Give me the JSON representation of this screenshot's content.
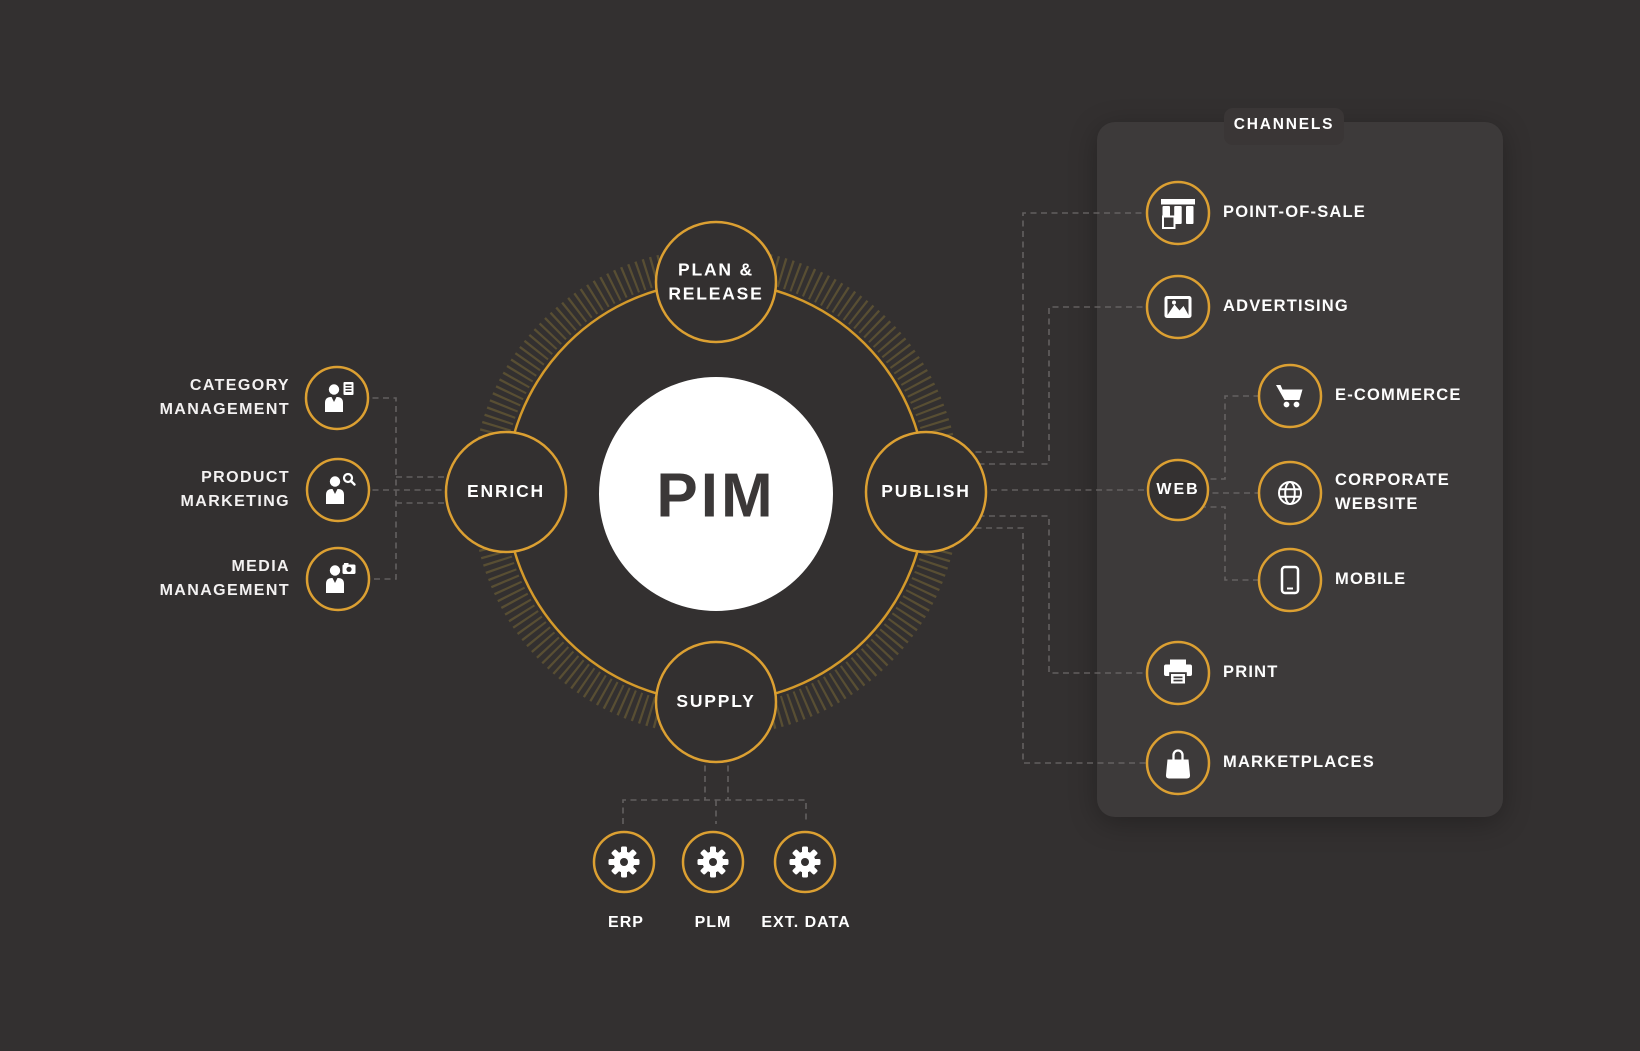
{
  "colors": {
    "background": "#333030",
    "panel": "#3d3a3a",
    "accent_gold": "#dca032",
    "tick_ring": "#96803a",
    "connector_gray": "#6f6b6b",
    "core_fill": "#ffffff",
    "core_text": "#3b3838"
  },
  "core": {
    "label": "PIM"
  },
  "cycle": {
    "plan_line1": "PLAN &",
    "plan_line2": "RELEASE",
    "enrich": "ENRICH",
    "publish": "PUBLISH",
    "supply": "SUPPLY"
  },
  "enrich_inputs": [
    {
      "line1": "CATEGORY",
      "line2": "MANAGEMENT",
      "icon": "person-document-icon"
    },
    {
      "line1": "PRODUCT",
      "line2": "MARKETING",
      "icon": "person-magnifier-icon"
    },
    {
      "line1": "MEDIA",
      "line2": "MANAGEMENT",
      "icon": "person-camera-icon"
    }
  ],
  "supply_sources": [
    {
      "label": "ERP",
      "icon": "gear-icon"
    },
    {
      "label": "PLM",
      "icon": "gear-icon"
    },
    {
      "label": "EXT. DATA",
      "icon": "gear-icon"
    }
  ],
  "channels": {
    "title": "CHANNELS",
    "items": [
      {
        "label": "POINT-OF-SALE",
        "icon": "storefront-icon"
      },
      {
        "label": "ADVERTISING",
        "icon": "image-icon"
      },
      {
        "label": "WEB",
        "icon": "web-hub-circle"
      },
      {
        "label": "E-COMMERCE",
        "icon": "cart-icon"
      },
      {
        "line1": "CORPORATE",
        "line2": "WEBSITE",
        "icon": "globe-icon"
      },
      {
        "label": "MOBILE",
        "icon": "smartphone-icon"
      },
      {
        "label": "PRINT",
        "icon": "printer-icon"
      },
      {
        "label": "MARKETPLACES",
        "icon": "shopping-bag-icon"
      }
    ]
  }
}
